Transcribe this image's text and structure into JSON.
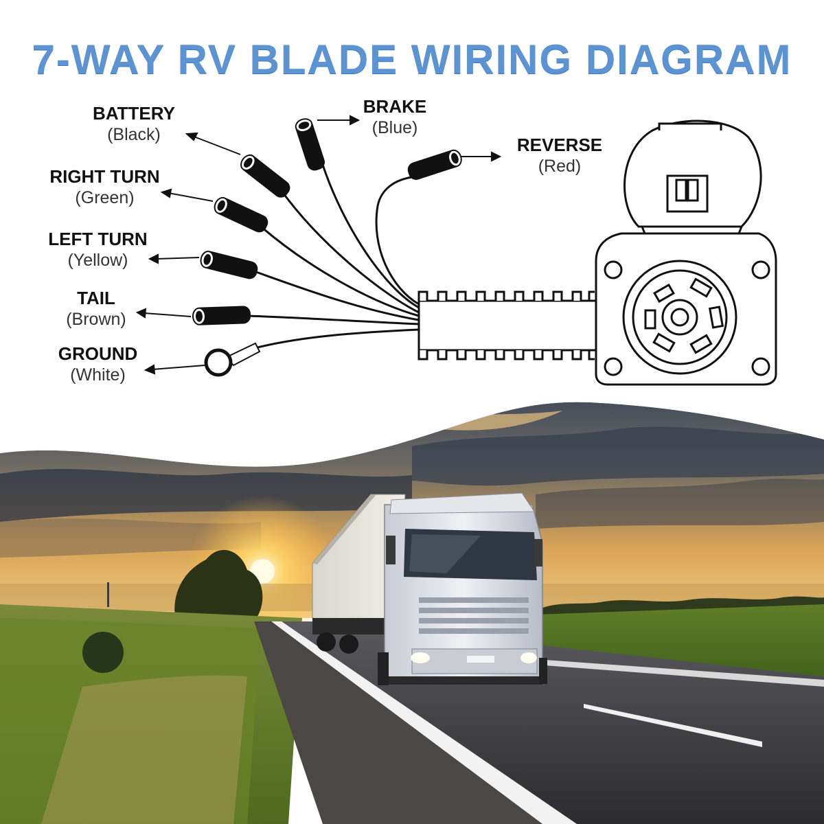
{
  "title": "7-WAY RV BLADE WIRING DIAGRAM",
  "wires": [
    {
      "name": "BATTERY",
      "color": "(Black)"
    },
    {
      "name": "BRAKE",
      "color": "(Blue)"
    },
    {
      "name": "REVERSE",
      "color": "(Red)"
    },
    {
      "name": "RIGHT TURN",
      "color": "(Green)"
    },
    {
      "name": "LEFT TURN",
      "color": "(Yellow)"
    },
    {
      "name": "TAIL",
      "color": "(Brown)"
    },
    {
      "name": "GROUND",
      "color": "(White)"
    }
  ],
  "scene": {
    "truck_plate_color": "#ffffff",
    "sky_colors": [
      "#2e3a4c",
      "#7a6a55",
      "#e8b25a",
      "#f7d27a"
    ],
    "grass_color": "#6f8f2f",
    "road_color": "#3a3a3c"
  }
}
